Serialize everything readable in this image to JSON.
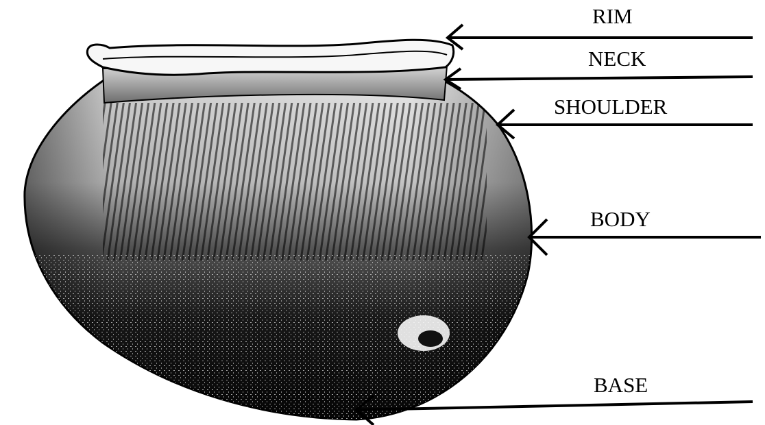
{
  "diagram": {
    "subject": "pot",
    "labels": {
      "rim": "RIM",
      "neck": "NECK",
      "shoulder": "SHOULDER",
      "body": "BODY",
      "base": "BASE"
    },
    "colors": {
      "ink": "#000000",
      "background": "#ffffff",
      "pot_dark": "#111111",
      "pot_light": "#f4f4f4"
    }
  }
}
